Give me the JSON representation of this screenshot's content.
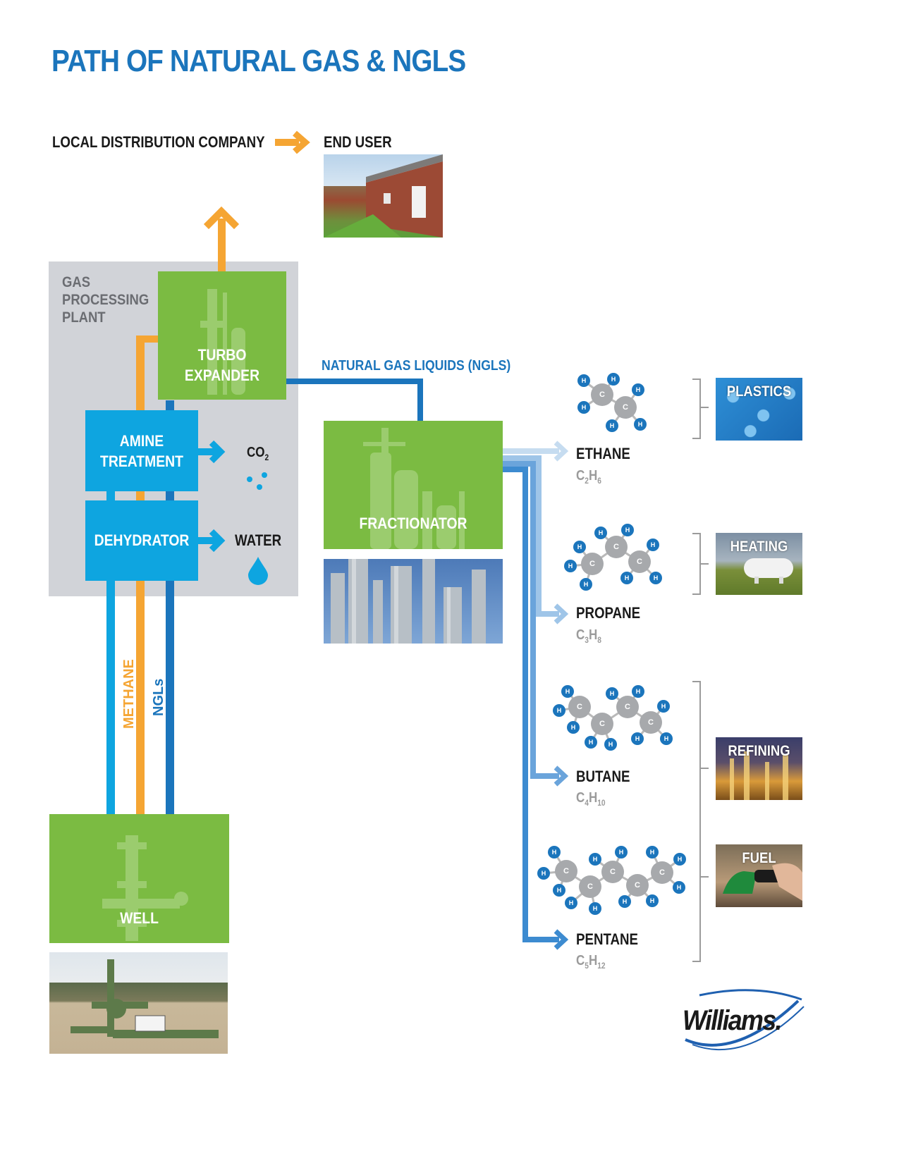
{
  "title": "PATH OF NATURAL GAS & NGLS",
  "top_row": {
    "ldc": "LOCAL DISTRIBUTION COMPANY",
    "end_user": "END USER"
  },
  "plant": {
    "label_lines": [
      "GAS",
      "PROCESSING",
      "PLANT"
    ],
    "turbo_lines": [
      "TURBO",
      "EXPANDER"
    ],
    "amine_lines": [
      "AMINE",
      "TREATMENT"
    ],
    "dehydrator": "DEHYDRATOR",
    "co2": "CO",
    "co2_sub": "2",
    "water": "WATER"
  },
  "ngls_label": "NATURAL GAS LIQUIDS (NGLS)",
  "fractionator": "FRACTIONATOR",
  "well": "WELL",
  "pipes": {
    "methane": "METHANE",
    "ngls": "NGLs"
  },
  "products": [
    {
      "name": "ETHANE",
      "f1": "C",
      "s1": "2",
      "f2": "H",
      "s2": "6"
    },
    {
      "name": "PROPANE",
      "f1": "C",
      "s1": "3",
      "f2": "H",
      "s2": "8"
    },
    {
      "name": "BUTANE",
      "f1": "C",
      "s1": "4",
      "f2": "H",
      "s2": "10"
    },
    {
      "name": "PENTANE",
      "f1": "C",
      "s1": "5",
      "f2": "H",
      "s2": "12"
    }
  ],
  "uses": {
    "plastics": "PLASTICS",
    "heating": "HEATING",
    "refining": "REFINING",
    "fuel": "FUEL"
  },
  "atoms": {
    "carbon": "C",
    "hydrogen": "H"
  },
  "logo": "Williams.",
  "colors": {
    "title_blue": "#1b75bc",
    "orange": "#f5a533",
    "green": "#7bbb42",
    "bright_blue": "#0ea5e0",
    "dark_blue": "#1b75bc",
    "grey": "#d1d3d8"
  }
}
